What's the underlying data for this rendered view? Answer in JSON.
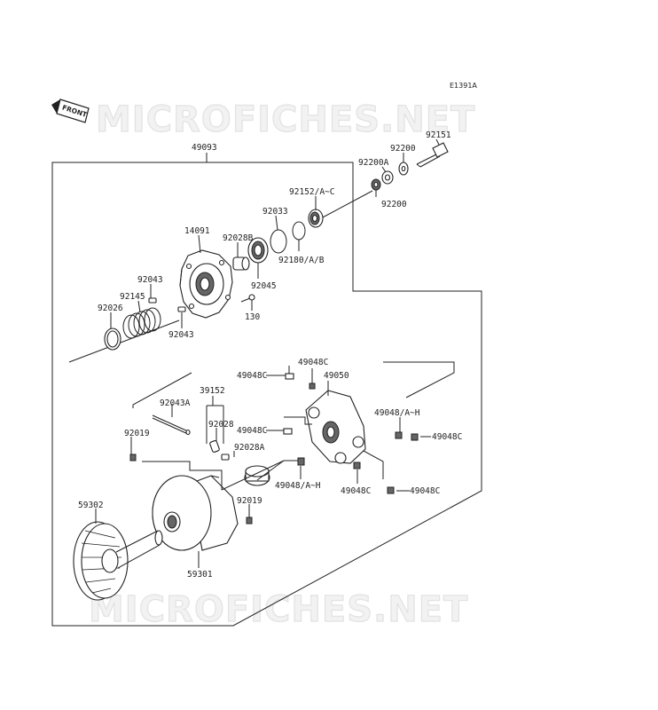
{
  "diagram_code": "E1391A",
  "front_tag": "FRONT",
  "watermark": "MICROFICHES.NET",
  "labels": {
    "p49093": "49093",
    "p92151": "92151",
    "p92200_top": "92200",
    "p92200a": "92200A",
    "p92200_bottom": "92200",
    "p92152": "92152/A~C",
    "p92033": "92033",
    "p14091": "14091",
    "p92028b": "92028B",
    "p92180": "92180/A/B",
    "p92043_top": "92043",
    "p92145": "92145",
    "p92045": "92045",
    "p92026": "92026",
    "p130": "130",
    "p92043_bottom": "92043",
    "p49048c_a": "49048C",
    "p49048c_b": "49048C",
    "p49050": "49050",
    "p39152": "39152",
    "p92043a": "92043A",
    "p49048ah_right": "49048/A~H",
    "p92019_left": "92019",
    "p92028": "92028",
    "p49048c_c": "49048C",
    "p49048c_d": "49048C",
    "p92028a": "92028A",
    "p49048ah_bottom": "49048/A~H",
    "p49048c_e": "49048C",
    "p49048c_f": "49048C",
    "p59302": "59302",
    "p92019_right": "92019",
    "p59301": "59301"
  }
}
